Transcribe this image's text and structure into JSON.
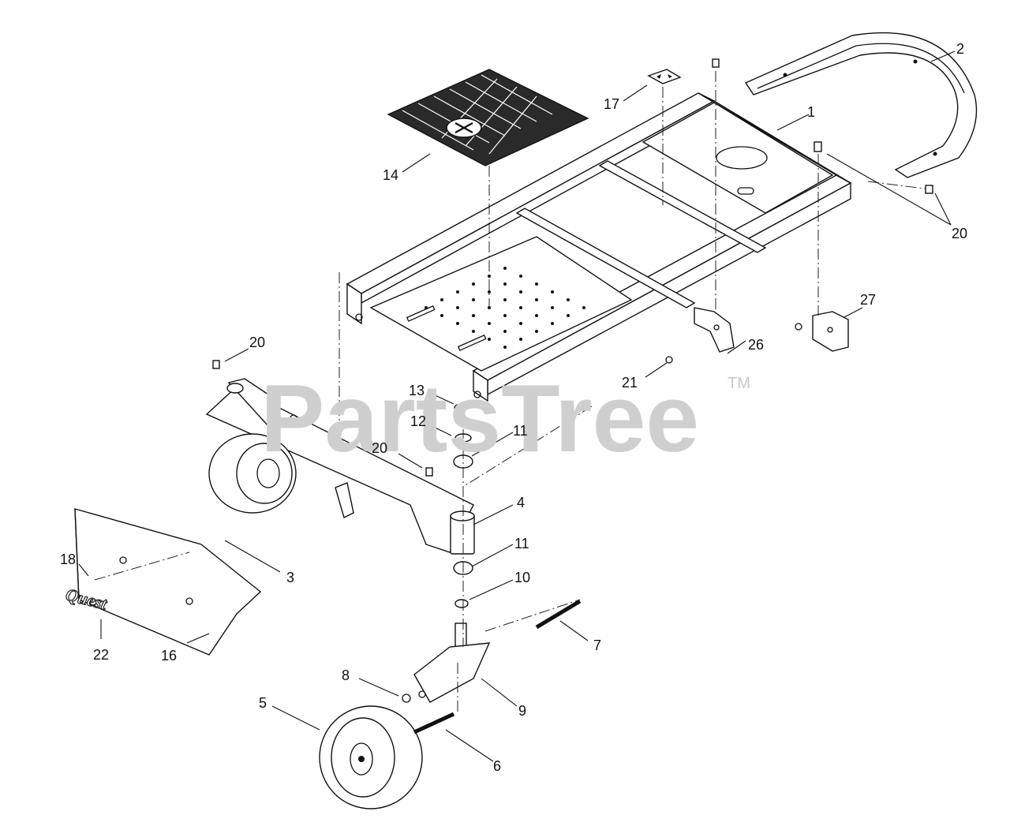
{
  "watermark": {
    "brand": "PartsTree",
    "trademark": "TM"
  },
  "logo_text": "Quest",
  "callouts": [
    {
      "id": "c1",
      "label": "1"
    },
    {
      "id": "c2",
      "label": "2"
    },
    {
      "id": "c3",
      "label": "3"
    },
    {
      "id": "c4",
      "label": "4"
    },
    {
      "id": "c5",
      "label": "5"
    },
    {
      "id": "c6",
      "label": "6"
    },
    {
      "id": "c7",
      "label": "7"
    },
    {
      "id": "c8",
      "label": "8"
    },
    {
      "id": "c9",
      "label": "9"
    },
    {
      "id": "c10",
      "label": "10"
    },
    {
      "id": "c11a",
      "label": "11"
    },
    {
      "id": "c11b",
      "label": "11"
    },
    {
      "id": "c12",
      "label": "12"
    },
    {
      "id": "c13",
      "label": "13"
    },
    {
      "id": "c14",
      "label": "14"
    },
    {
      "id": "c16",
      "label": "16"
    },
    {
      "id": "c17",
      "label": "17"
    },
    {
      "id": "c18",
      "label": "18"
    },
    {
      "id": "c20a",
      "label": "20"
    },
    {
      "id": "c20b",
      "label": "20"
    },
    {
      "id": "c20c",
      "label": "20"
    },
    {
      "id": "c21",
      "label": "21"
    },
    {
      "id": "c22",
      "label": "22"
    },
    {
      "id": "c26",
      "label": "26"
    },
    {
      "id": "c27",
      "label": "27"
    }
  ]
}
